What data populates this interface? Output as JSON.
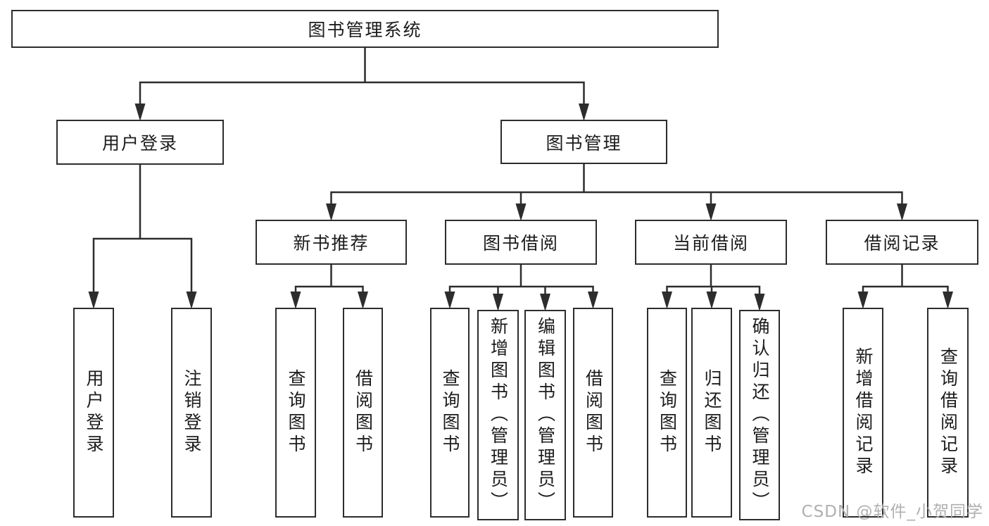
{
  "diagram": {
    "title": "图书管理系统",
    "watermark": "CSDN @软件_小贺同学",
    "colors": {
      "line": "#2d2d2d",
      "text": "#1c1c1c",
      "background": "#ffffff",
      "watermark": "#b0b0b0"
    },
    "nodes": [
      {
        "id": "root",
        "label": "图书管理系统",
        "orientation": "horizontal"
      },
      {
        "id": "user-login-group",
        "label": "用户登录",
        "orientation": "horizontal"
      },
      {
        "id": "book-management",
        "label": "图书管理",
        "orientation": "horizontal"
      },
      {
        "id": "new-book-recommend",
        "label": "新书推荐",
        "orientation": "horizontal"
      },
      {
        "id": "book-borrowing",
        "label": "图书借阅",
        "orientation": "horizontal"
      },
      {
        "id": "current-borrowing",
        "label": "当前借阅",
        "orientation": "horizontal"
      },
      {
        "id": "borrowing-records",
        "label": "借阅记录",
        "orientation": "horizontal"
      },
      {
        "id": "user-login",
        "label": "用户登录",
        "orientation": "vertical"
      },
      {
        "id": "logout",
        "label": "注销登录",
        "orientation": "vertical"
      },
      {
        "id": "recommend-query-books",
        "label": "查询图书",
        "orientation": "vertical"
      },
      {
        "id": "recommend-borrow-books",
        "label": "借阅图书",
        "orientation": "vertical"
      },
      {
        "id": "borrow-query-books",
        "label": "查询图书",
        "orientation": "vertical"
      },
      {
        "id": "add-books-admin",
        "label": "新增图书（管理员）",
        "orientation": "vertical"
      },
      {
        "id": "edit-books-admin",
        "label": "编辑图书（管理员）",
        "orientation": "vertical"
      },
      {
        "id": "borrow-borrow-books",
        "label": "借阅图书",
        "orientation": "vertical"
      },
      {
        "id": "current-query-books",
        "label": "查询图书",
        "orientation": "vertical"
      },
      {
        "id": "return-books",
        "label": "归还图书",
        "orientation": "vertical"
      },
      {
        "id": "confirm-return-admin",
        "label": "确认归还（管理员）",
        "orientation": "vertical"
      },
      {
        "id": "add-borrow-record",
        "label": "新增借阅记录",
        "orientation": "vertical"
      },
      {
        "id": "query-borrow-record",
        "label": "查询借阅记录",
        "orientation": "vertical"
      }
    ],
    "edges": [
      {
        "from": "root",
        "to": [
          "user-login-group",
          "book-management"
        ]
      },
      {
        "from": "user-login-group",
        "to": [
          "user-login",
          "logout"
        ]
      },
      {
        "from": "book-management",
        "to": [
          "new-book-recommend",
          "book-borrowing",
          "current-borrowing",
          "borrowing-records"
        ]
      },
      {
        "from": "new-book-recommend",
        "to": [
          "recommend-query-books",
          "recommend-borrow-books"
        ]
      },
      {
        "from": "book-borrowing",
        "to": [
          "borrow-query-books",
          "add-books-admin",
          "edit-books-admin",
          "borrow-borrow-books"
        ]
      },
      {
        "from": "current-borrowing",
        "to": [
          "current-query-books",
          "return-books",
          "confirm-return-admin"
        ]
      },
      {
        "from": "borrowing-records",
        "to": [
          "add-borrow-record",
          "query-borrow-record"
        ]
      }
    ]
  }
}
